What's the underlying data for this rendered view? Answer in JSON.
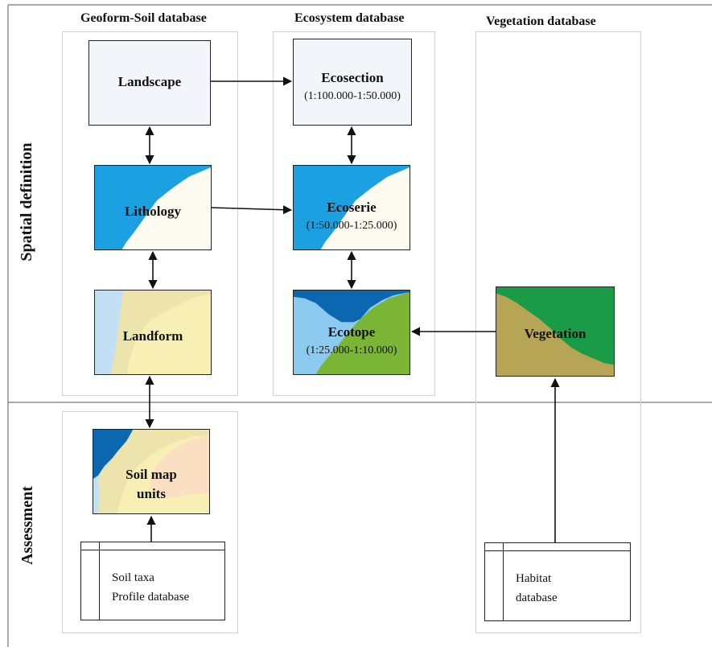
{
  "columns": {
    "geoform": "Geoform-Soil database",
    "ecosystem": "Ecosystem database",
    "vegetation": "Vegetation database"
  },
  "rows": {
    "spatial": "Spatial definition",
    "assessment": "Assessment"
  },
  "boxes": {
    "landscape": {
      "title": "Landscape"
    },
    "lithology": {
      "title": "Lithology"
    },
    "landform": {
      "title": "Landform"
    },
    "soil_map_units": {
      "title_line1": "Soil map",
      "title_line2": "units"
    },
    "ecosection": {
      "title": "Ecosection",
      "scale": "(1:100.000-1:50.000)"
    },
    "ecoserie": {
      "title": "Ecoserie",
      "scale": "(1:50.000-1:25.000)"
    },
    "ecotope": {
      "title": "Ecotope",
      "scale": "(1:25.000-1:10.000)"
    },
    "vegetation": {
      "title": "Vegetation"
    }
  },
  "tables": {
    "soil_taxa": {
      "line1": "Soil taxa",
      "line2": "Profile database"
    },
    "habitat": {
      "line1": "Habitat",
      "line2": "database"
    }
  },
  "colors": {
    "light_box": "#f2f6fb",
    "blue": "#1ba1e2",
    "cream": "#fdfbef",
    "pale_yellow": "#f7efb4",
    "light_blue": "#c2dff3",
    "sky": "#8ccbef",
    "dark_blue": "#0b67b0",
    "green": "#7ab536",
    "olive": "#b7a556",
    "forest": "#1a9b48",
    "peach": "#fbdfc2"
  }
}
